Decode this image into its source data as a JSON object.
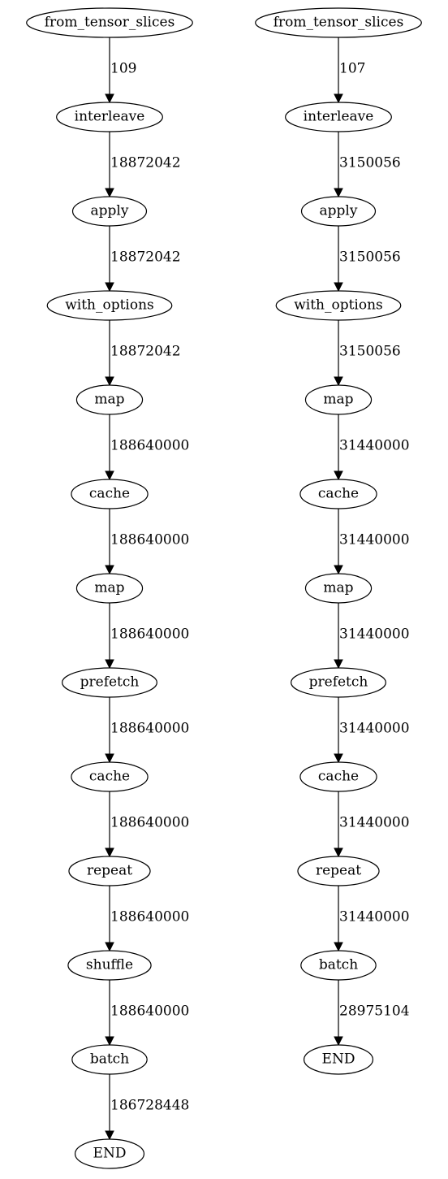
{
  "graphs": [
    {
      "nodes": [
        "from_tensor_slices",
        "interleave",
        "apply",
        "with_options",
        "map",
        "cache",
        "map",
        "prefetch",
        "cache",
        "repeat",
        "shuffle",
        "batch",
        "END"
      ],
      "edges": [
        "109",
        "18872042",
        "18872042",
        "18872042",
        "188640000",
        "188640000",
        "188640000",
        "188640000",
        "188640000",
        "188640000",
        "188640000",
        "186728448"
      ]
    },
    {
      "nodes": [
        "from_tensor_slices",
        "interleave",
        "apply",
        "with_options",
        "map",
        "cache",
        "map",
        "prefetch",
        "cache",
        "repeat",
        "batch",
        "END"
      ],
      "edges": [
        "107",
        "3150056",
        "3150056",
        "3150056",
        "31440000",
        "31440000",
        "31440000",
        "31440000",
        "31440000",
        "31440000",
        "28975104"
      ]
    }
  ]
}
